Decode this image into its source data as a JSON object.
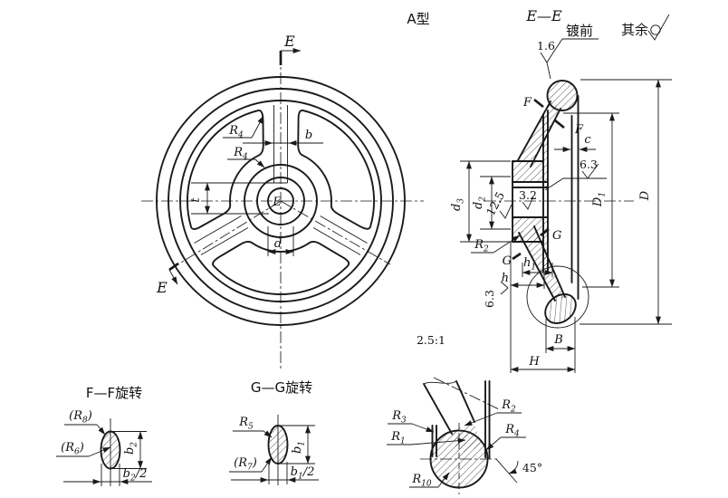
{
  "annotations": {
    "type_label": "A型",
    "section_title": "E—E",
    "plating_note": "镀前",
    "plating_roughness": "1.6",
    "others_label": "其余",
    "detail_scale": "2.5:1"
  },
  "front_view": {
    "section_arrow_top": "E",
    "section_arrow_bottom": "E",
    "hub_letter": "E",
    "fillet_upper": "R4",
    "fillet_lower": "R4",
    "spoke_width": "b",
    "keyway_depth": "t",
    "bore_dia": "d"
  },
  "section_view": {
    "spoke_cut_top_1": "F",
    "spoke_cut_top_2": "F",
    "rim_band": "c",
    "rough_rim": "6.3",
    "hub_outer_dia": "d3",
    "hub_step_dia": "d2",
    "rough_bore": "3.2",
    "rough_face": "12.5",
    "hub_fillet": "R2",
    "spoke_cut_bottom_1": "G",
    "spoke_cut_bottom_2": "G",
    "hub_proj_1": "h1",
    "hub_proj_2": "h",
    "rough_hub_face": "6.3",
    "web_dia": "D1",
    "outer_dia": "D",
    "rim_width": "B",
    "hub_len": "H"
  },
  "ff_section": {
    "title": "F—F旋转",
    "r_outer": "(R8)",
    "r_inner": "(R6)",
    "width": "b2",
    "half_width": "b2/2"
  },
  "gg_section": {
    "title": "G—G旋转",
    "r_outer": "R5",
    "r_inner": "(R7)",
    "width": "b1",
    "half_width": "b1/2"
  },
  "rim_detail": {
    "r1": "R1",
    "r2": "R2",
    "r3": "R3",
    "r4": "R4",
    "r10": "R10",
    "chamfer_angle": "45°"
  },
  "colors": {
    "ink": "#1a1a1a",
    "paper": "#ffffff"
  }
}
